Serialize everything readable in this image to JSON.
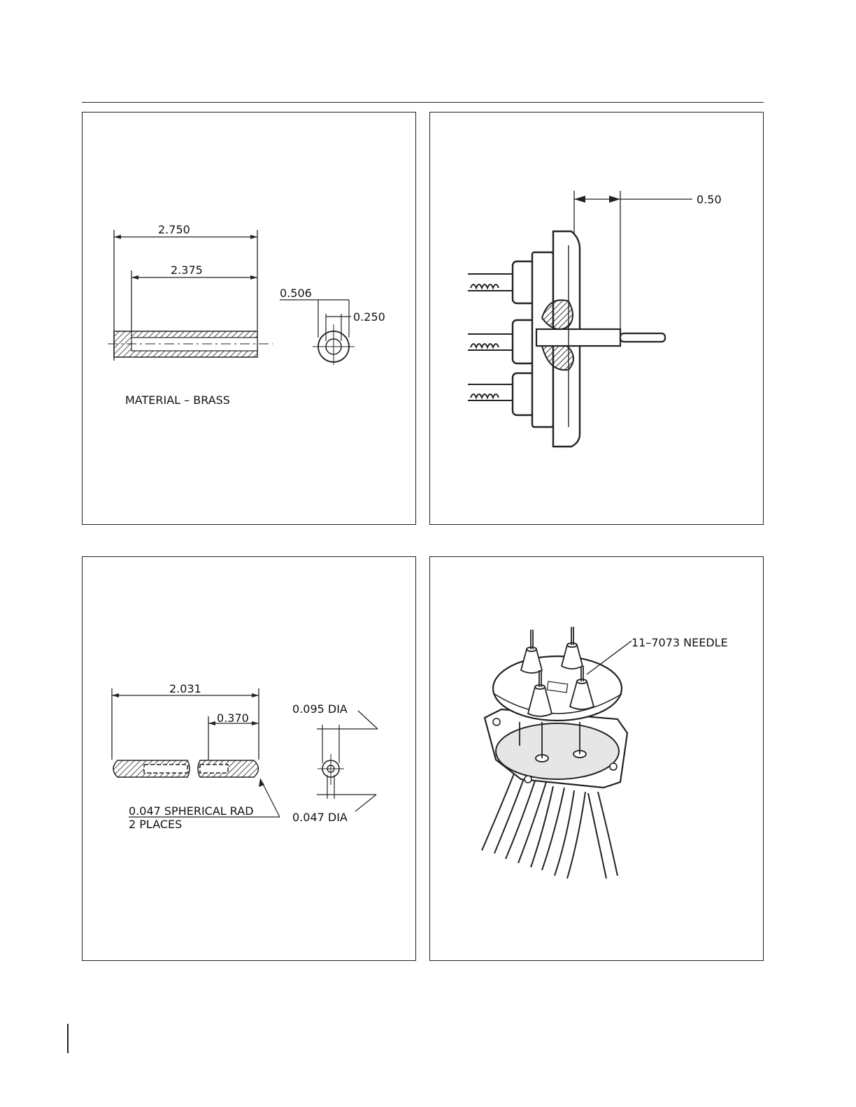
{
  "panel1": {
    "dim_overall": "2.750",
    "dim_bore": "2.375",
    "dim_outer_dia": "0.506",
    "dim_inner_dia": "0.250",
    "material": "MATERIAL – BRASS"
  },
  "panel2": {
    "dim_offset": "0.50"
  },
  "panel3": {
    "dim_overall": "2.031",
    "dim_end": "0.370",
    "dim_outer_dia": "0.095 DIA",
    "dim_inner_dia": "0.047 DIA",
    "note_line1": "0.047 SPHERICAL RAD",
    "note_line2": "2 PLACES"
  },
  "panel4": {
    "callout": "11–7073 NEEDLE"
  }
}
